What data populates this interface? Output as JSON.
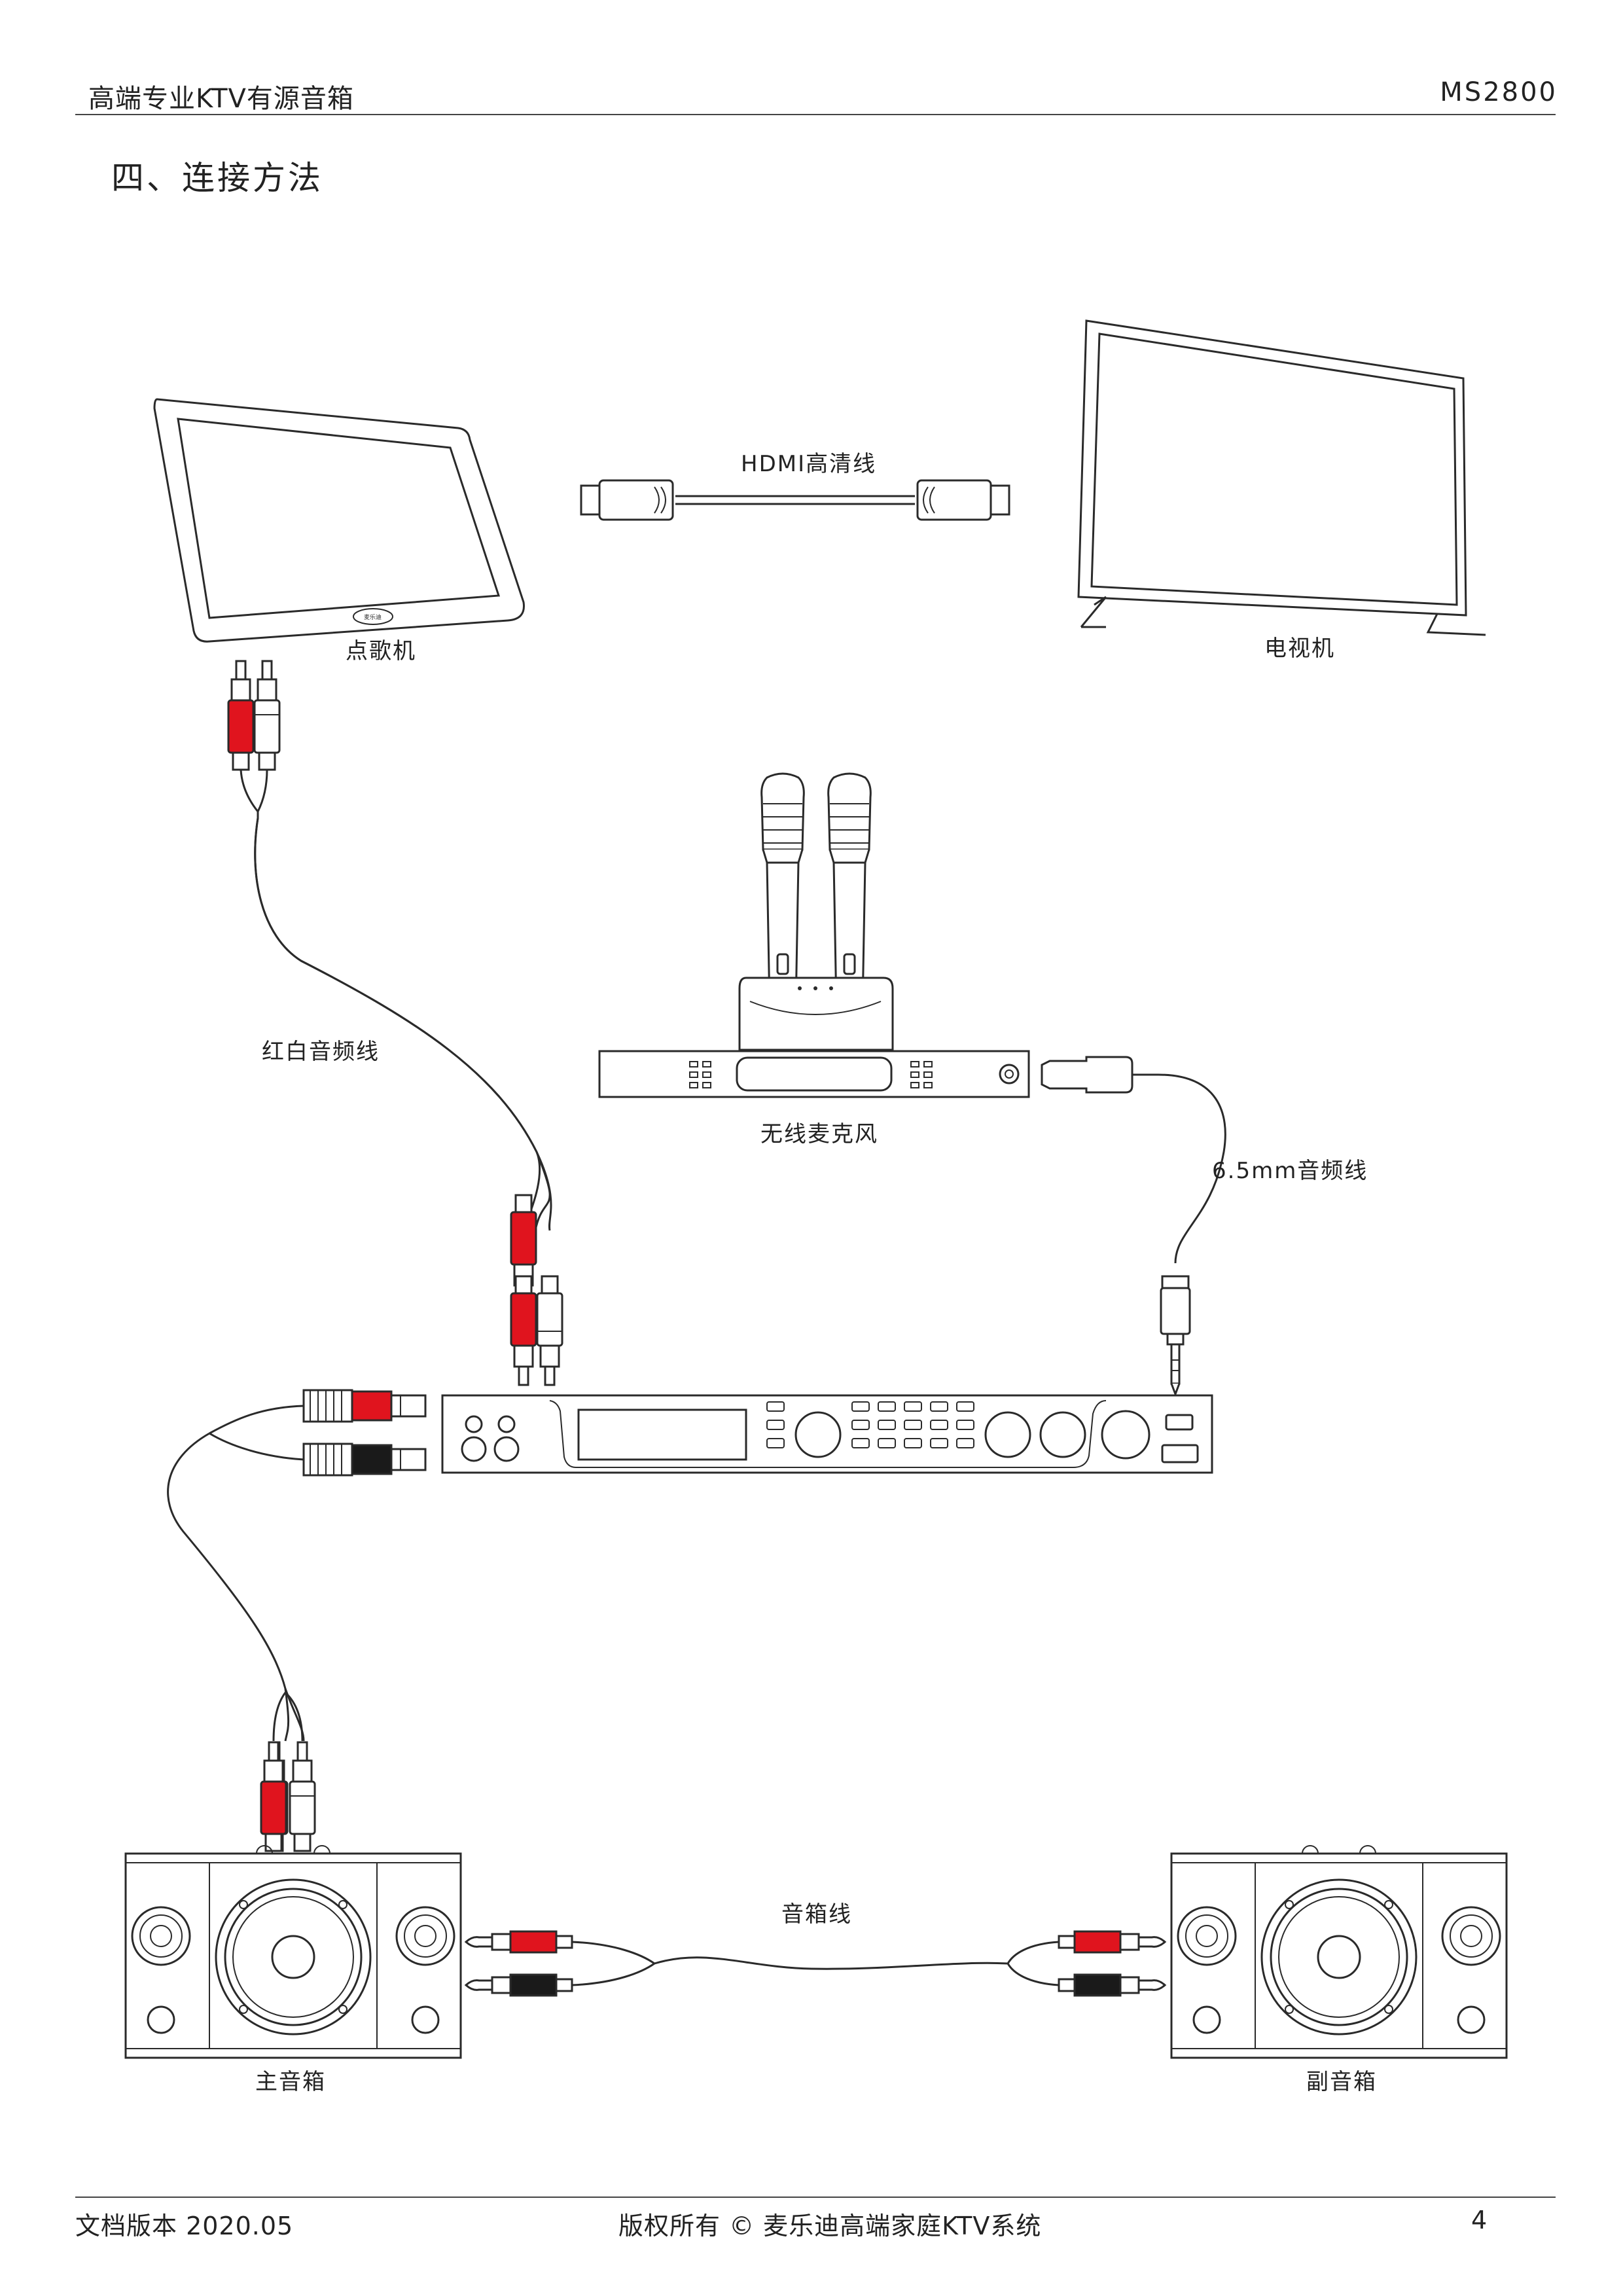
{
  "header": {
    "title": "高端专业KTV有源音箱",
    "model": "MS2800"
  },
  "section_title": "四、连接方法",
  "devices": {
    "jukebox": "点歌机",
    "tv": "电视机",
    "wireless_mic": "无线麦克风",
    "main_speaker": "主音箱",
    "sub_speaker": "副音箱",
    "jukebox_brand": "麦乐迪"
  },
  "cables": {
    "hdmi": "HDMI高清线",
    "rca": "红白音频线",
    "jack": "6.5mm音频线",
    "speaker": "音箱线"
  },
  "colors": {
    "red": "#e0141e",
    "black": "#1a1a1a",
    "line": "#2a2a2a"
  },
  "footer": {
    "version": "文档版本  2020.05",
    "copyright": "版权所有 © 麦乐迪高端家庭KTV系统",
    "page": "4"
  }
}
